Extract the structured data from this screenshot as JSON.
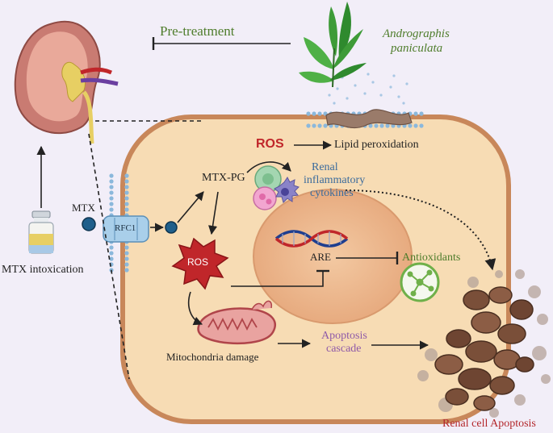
{
  "labels": {
    "pre_treatment": "Pre-treatment",
    "plant_name_line1": "Andrographis",
    "plant_name_line2": "paniculata",
    "mtx": "MTX",
    "rfc1": "RFC1",
    "mtx_pg": "MTX-PG",
    "ros_top": "ROS",
    "lipid_peroxidation": "Lipid peroxidation",
    "renal_line1": "Renal",
    "renal_line2": "inflammatory",
    "renal_line3": "cytokines",
    "ros_star": "ROS",
    "are": "ARE",
    "antioxidants": "Antioxidants",
    "mtx_intoxication": "MTX intoxication",
    "mitochondria_damage": "Mitochondria damage",
    "apoptosis_line1": "Apoptosis",
    "apoptosis_line2": "cascade",
    "renal_cell_apoptosis": "Renal cell Apoptosis"
  },
  "colors": {
    "background": "#f2eef8",
    "cell_fill": "#f7dcb4",
    "cell_border": "#c8875a",
    "nucleus_fill": "#ecb88e",
    "ros_red": "#c0262a",
    "green_text": "#4f7d2c",
    "blue_text": "#3b6b9c",
    "purple_text": "#8f5aa8",
    "apoptosis_red": "#b3262a",
    "membrane_blue": "#8bb8dc"
  },
  "icons": {
    "kidney": "kidney-icon",
    "plant": "plant-icon",
    "vial": "vial-icon",
    "ros_star": "ros-star-icon",
    "dna": "dna-icon",
    "antioxidant": "antioxidant-molecule-icon",
    "mitochondria": "mitochondria-icon",
    "immune_cells": "immune-cells-icon",
    "apoptotic_cells": "apoptotic-cells-icon"
  }
}
